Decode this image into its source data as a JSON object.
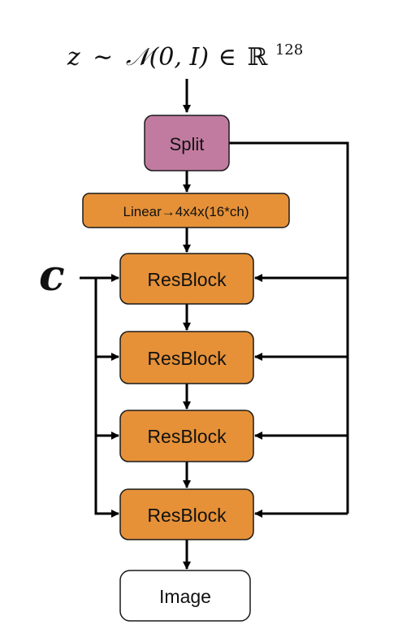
{
  "formula": {
    "z": "z",
    "sim": "∼",
    "normal": "𝒩(0, I)",
    "in": "∈",
    "reals": "ℝ",
    "exponent": "128"
  },
  "condition_label": "c",
  "nodes": {
    "split": "Split",
    "linear": "Linear→4x4x(16*ch)",
    "resblocks": [
      "ResBlock",
      "ResBlock",
      "ResBlock",
      "ResBlock"
    ],
    "image": "Image"
  },
  "colors": {
    "split_fill": "#c27ba0",
    "orange_fill": "#e69138",
    "image_fill": "#ffffff",
    "stroke": "#1a1a1a",
    "arrow": "#000000"
  }
}
